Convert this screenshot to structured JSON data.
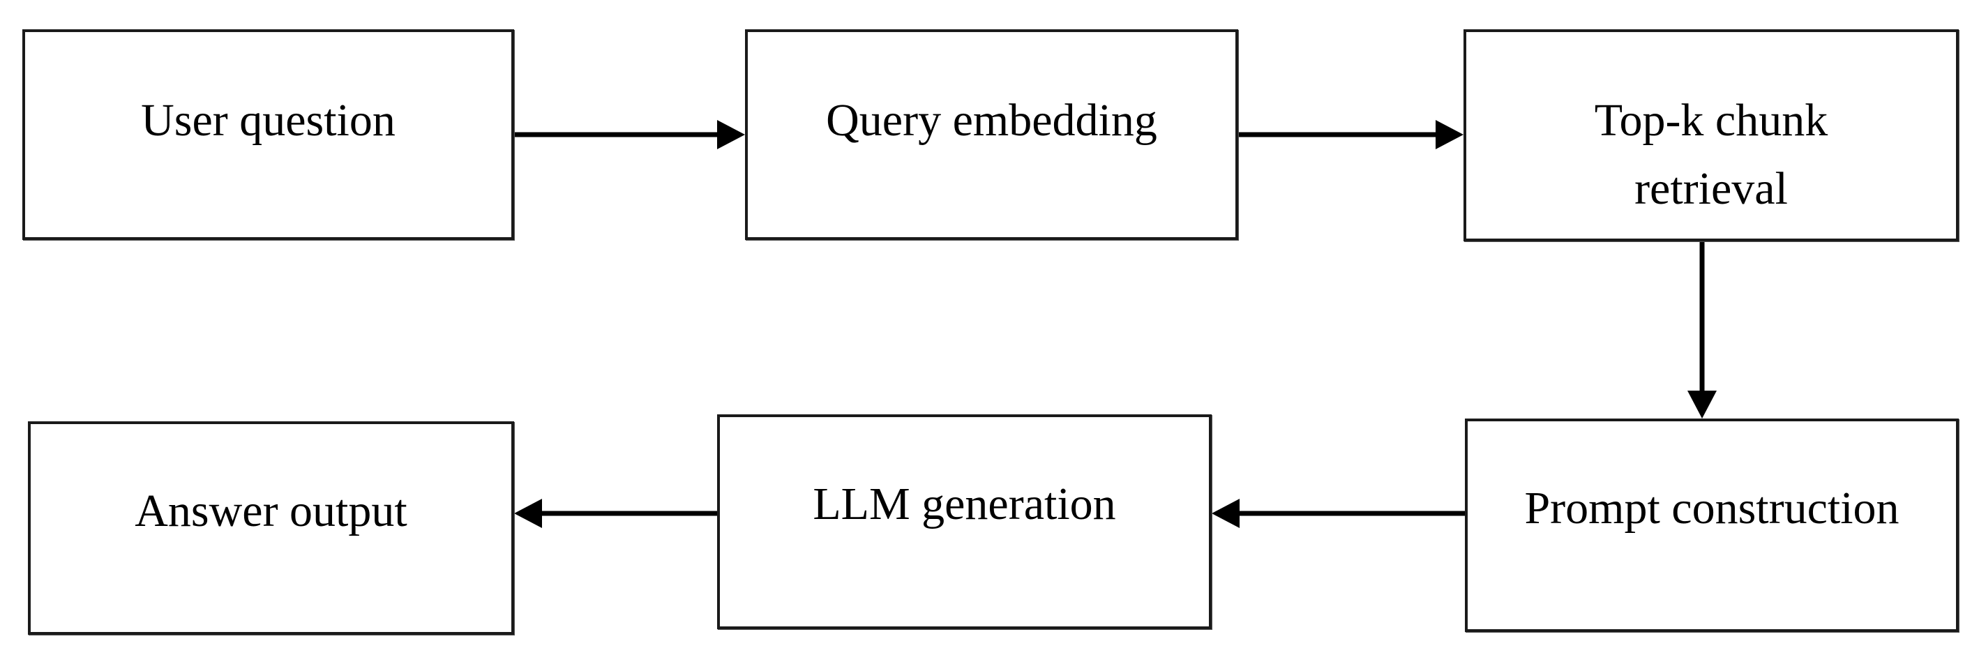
{
  "diagram": {
    "type": "flowchart",
    "colors": {
      "stroke": "#000000",
      "background": "#ffffff",
      "text": "#000000"
    },
    "nodes": {
      "user_question": {
        "text": "User question"
      },
      "query_embedding": {
        "text": "Query embedding"
      },
      "top_k": {
        "line1": "Top-k chunk",
        "line2": "retrieval"
      },
      "prompt_construction": {
        "text": "Prompt construction"
      },
      "llm_generation": {
        "text": "LLM generation"
      },
      "answer_output": {
        "text": "Answer output"
      }
    },
    "edges": [
      {
        "from": "User question",
        "to": "Query embedding"
      },
      {
        "from": "Query embedding",
        "to": "Top-k chunk retrieval"
      },
      {
        "from": "Top-k chunk retrieval",
        "to": "Prompt construction"
      },
      {
        "from": "Prompt construction",
        "to": "LLM generation"
      },
      {
        "from": "LLM generation",
        "to": "Answer output"
      }
    ]
  }
}
